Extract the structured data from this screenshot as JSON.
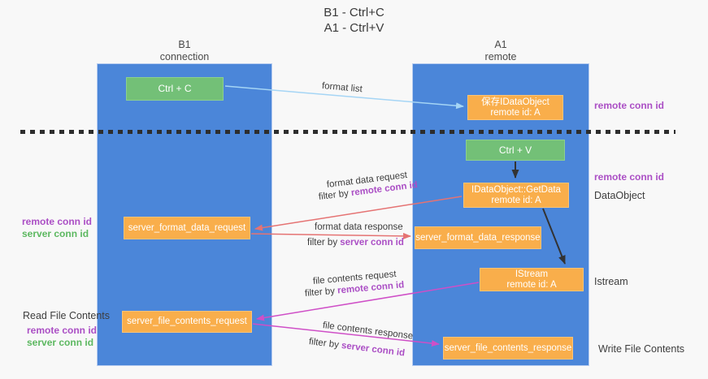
{
  "title": {
    "line1": "B1 - Ctrl+C",
    "line2": "A1 - Ctrl+V"
  },
  "columns": {
    "b1": {
      "name": "B1",
      "subtitle": "connection"
    },
    "a1": {
      "name": "A1",
      "subtitle": "remote"
    }
  },
  "nodes": {
    "ctrl_c": {
      "label": "Ctrl + C"
    },
    "ctrl_v": {
      "label": "Ctrl + V"
    },
    "save_idataobject": {
      "line1": "保存IDataObject",
      "line2": "remote id: A"
    },
    "getdata": {
      "line1": "IDataObject::GetData",
      "line2": "remote id: A"
    },
    "istream": {
      "line1": "IStream",
      "line2": "remote id: A"
    },
    "server_format_data_request": {
      "label": "server_format_data_request"
    },
    "server_format_data_response": {
      "label": "server_format_data_response"
    },
    "server_file_contents_request": {
      "label": "server_file_contents_request"
    },
    "server_file_contents_response": {
      "label": "server_file_contents_response"
    }
  },
  "arrows": {
    "format_list": {
      "label": "format list"
    },
    "format_data_request": {
      "label": "format data request",
      "filter_prefix": "filter by ",
      "filter_key": "remote conn id"
    },
    "format_data_response": {
      "label": "format data response",
      "filter_prefix": "filter by ",
      "filter_key": "server conn id"
    },
    "file_contents_request": {
      "label": "file contents request",
      "filter_prefix": "filter by ",
      "filter_key": "remote conn id"
    },
    "file_contents_response": {
      "label": "file contents response",
      "filter_prefix": "filter by ",
      "filter_key": "server conn id"
    }
  },
  "side_labels": {
    "left_remote_conn_id": "remote conn id",
    "left_server_conn_id": "server conn id",
    "read_file_contents": "Read File Contents",
    "left_remote_conn_id_2": "remote conn id",
    "left_server_conn_id_2": "server conn id",
    "right_remote_conn_id_1": "remote conn id",
    "right_remote_conn_id_2": "remote conn id",
    "data_object": "DataObject",
    "istream": "Istream",
    "write_file_contents": "Write File Contents"
  },
  "colors": {
    "lane_blue": "#4b86d9",
    "node_green": "#73c077",
    "node_orange": "#f9ae4b",
    "arrow_light_blue": "#a5d5f5",
    "arrow_red": "#e57373",
    "arrow_magenta": "#cf4fc7",
    "arrow_black": "#333333",
    "text_purple": "#ab4fc5",
    "text_green": "#5cb860",
    "background": "#f8f8f8"
  }
}
